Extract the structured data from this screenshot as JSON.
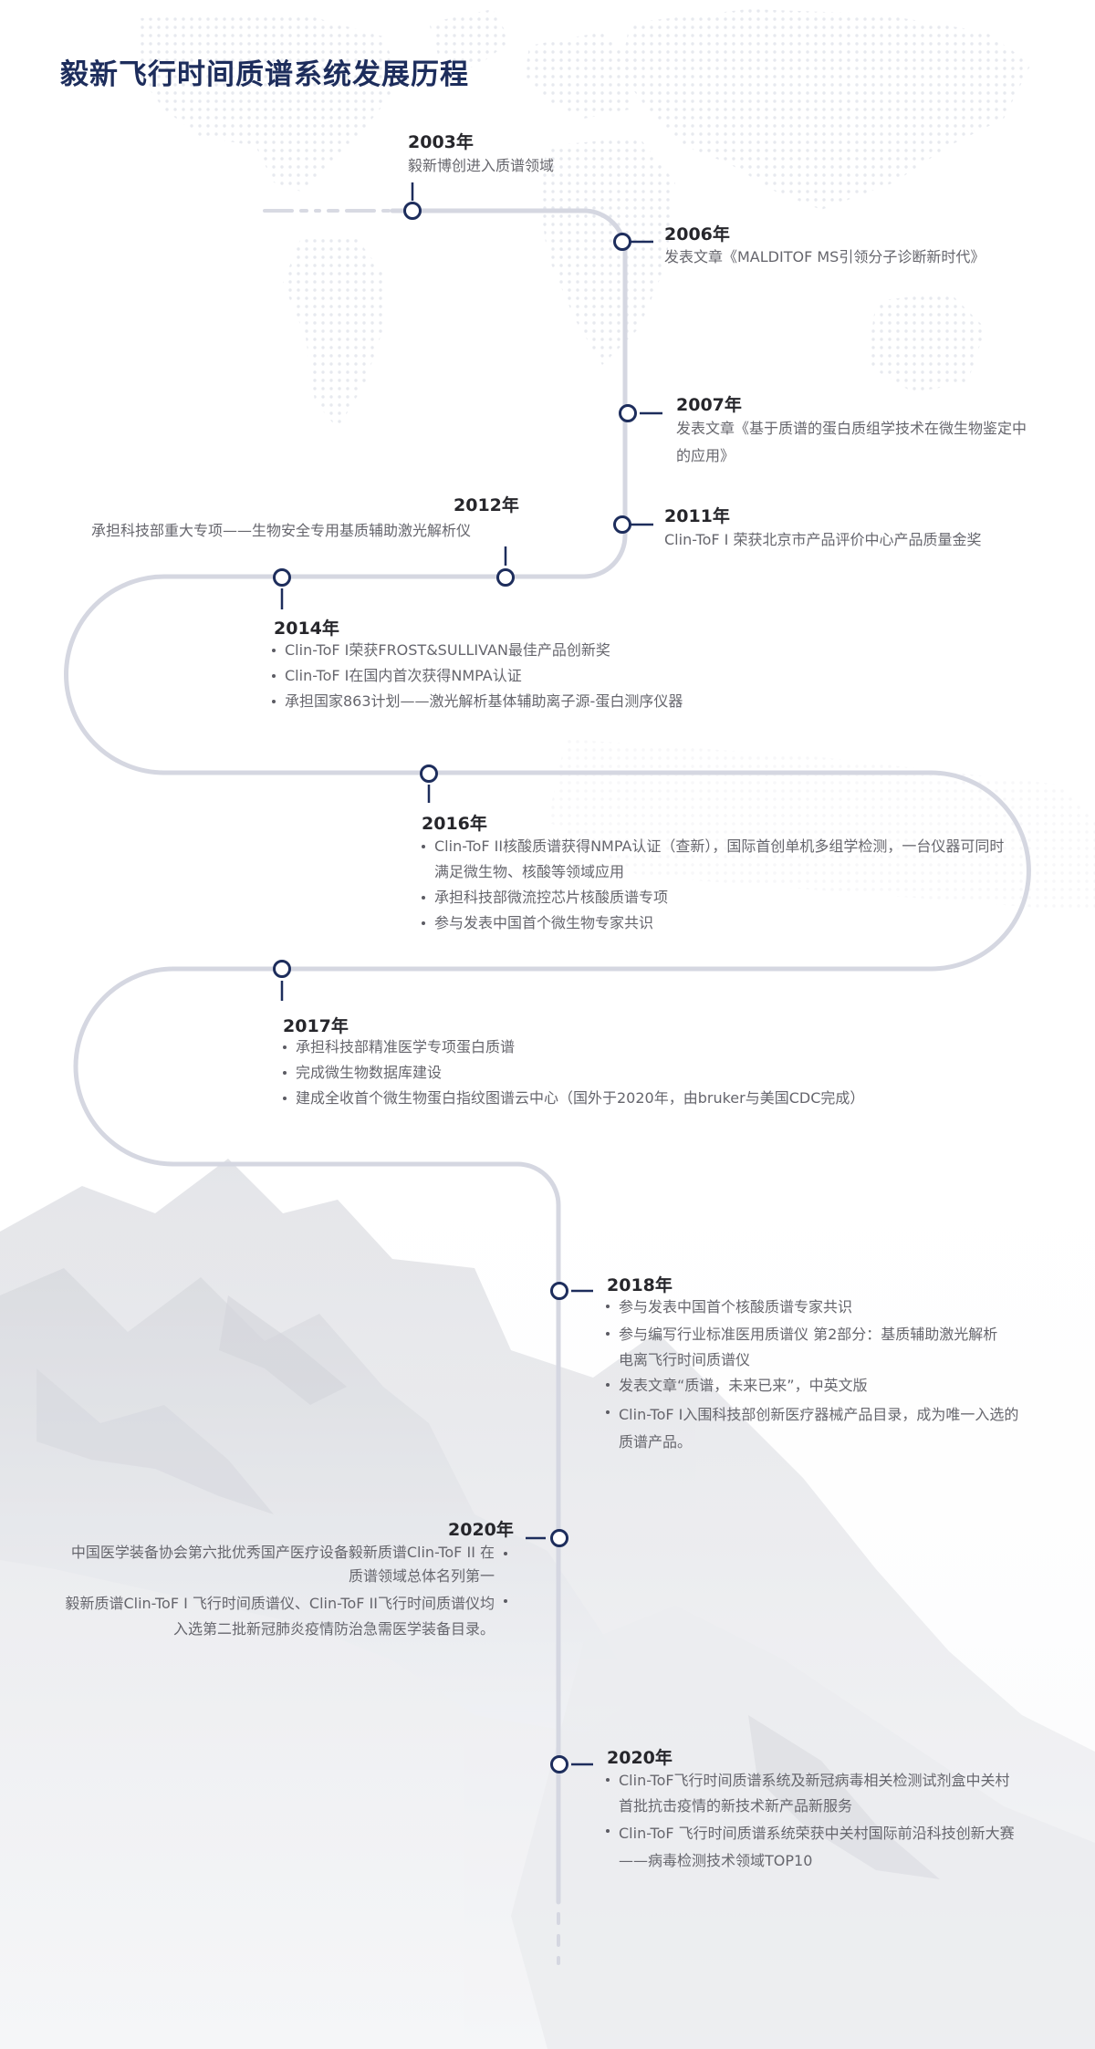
{
  "page_title": "毅新飞行时间质谱系统发展历程",
  "milestones": [
    {
      "year": "2003年",
      "desc": "毅新博创进入质谱领域"
    },
    {
      "year": "2006年",
      "desc": "发表文章《MALDITOF MS引领分子诊断新时代》"
    },
    {
      "year": "2007年",
      "desc_line1": "发表文章《基于质谱的蛋白质组学技术在微生物鉴定中",
      "desc_line2": "的应用》"
    },
    {
      "year": "2011年",
      "desc": "Clin-ToF I 荣获北京市产品评价中心产品质量金奖"
    },
    {
      "year": "2012年",
      "desc": "承担科技部重大专项——生物安全专用基质辅助激光解析仪"
    },
    {
      "year": "2014年",
      "items": [
        "Clin-ToF I荣获FROST&SULLIVAN最佳产品创新奖",
        "Clin-ToF I在国内首次获得NMPA认证",
        "承担国家863计划——激光解析基体辅助离子源-蛋白测序仪器"
      ]
    },
    {
      "year": "2016年",
      "items": [
        "Clin-ToF II核酸质谱获得NMPA认证（查新），国际首创单机多组学检测，一台仪器可同时",
        "满足微生物、核酸等领域应用",
        "承担科技部微流控芯片核酸质谱专项",
        "参与发表中国首个微生物专家共识"
      ]
    },
    {
      "year": "2017年",
      "items": [
        "承担科技部精准医学专项蛋白质谱",
        "完成微生物数据库建设",
        "建成全收首个微生物蛋白指纹图谱云中心（国外于2020年，由bruker与美国CDC完成）"
      ]
    },
    {
      "year": "2018年",
      "items": [
        "参与发表中国首个核酸质谱专家共识",
        "参与编写行业标准医用质谱仪 第2部分：基质辅助激光解析",
        "电离飞行时间质谱仪",
        "发表文章“质谱，未来已来”，中英文版",
        "Clin-ToF I入围科技部创新医疗器械产品目录，成为唯一入选的",
        "质谱产品。"
      ]
    },
    {
      "year": "2020年",
      "items": [
        "中国医学装备协会第六批优秀国产医疗设备毅新质谱Clin-ToF II 在",
        "质谱领域总体名列第一",
        "毅新质谱Clin-ToF I 飞行时间质谱仪、Clin-ToF II飞行时间质谱仪均",
        "入选第二批新冠肺炎疫情防治急需医学装备目录。"
      ]
    },
    {
      "year": "2020年",
      "items": [
        "Clin-ToF飞行时间质谱系统及新冠病毒相关检测试剂盒中关村",
        "首批抗击疫情的新技术新产品新服务",
        "Clin-ToF 飞行时间质谱系统荣获中关村国际前沿科技创新大赛",
        "——病毒检测技术领域TOP10"
      ]
    }
  ],
  "colors": {
    "line": "#d5d7e1",
    "node": "#1d2d5c",
    "title": "#1d2d5c"
  }
}
